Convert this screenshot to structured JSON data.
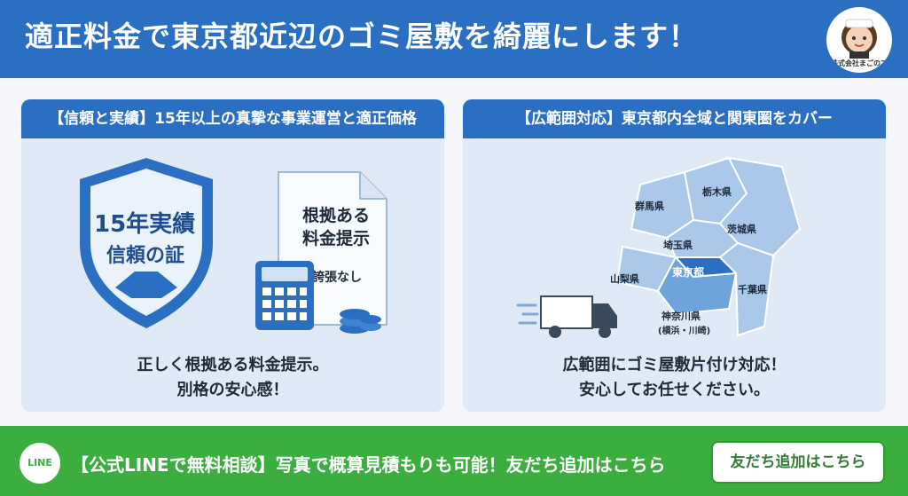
{
  "header": {
    "title": "適正料金で東京都近辺のゴミ屋敷を綺麗にします！",
    "avatar_caption": "株式会社まごのて"
  },
  "left_panel": {
    "heading": "【信頼と実績】15年以上の真摯な事業運営と適正価格",
    "shield_line1": "15年実績",
    "shield_line2": "信頼の証",
    "doc_line1": "根拠ある",
    "doc_line2": "料金提示",
    "doc_note": "誇張なし",
    "caption_line1": "正しく根拠ある料金提示。",
    "caption_line2": "別格の安心感！"
  },
  "right_panel": {
    "heading": "【広範囲対応】東京都内全域と関東圏をカバー",
    "prefectures": {
      "tochigi": "栃木県",
      "gunma": "群馬県",
      "ibaraki": "茨城県",
      "saitama": "埼玉県",
      "tokyo": "東京都",
      "yamanashi": "山梨県",
      "chiba": "千葉県",
      "kanagawa": "神奈川県",
      "kanagawa_sub": "(横浜・川崎)"
    },
    "caption_line1": "広範囲にゴミ屋敷片付け対応！",
    "caption_line2": "安心してお任せください。"
  },
  "footer": {
    "line_label": "LINE",
    "text": "【公式LINEで無料相談】写真で概算見積もりも可能！友だち追加はこちら",
    "button_label": "友だち追加はこちら"
  },
  "colors": {
    "header_blue": "#2a6fc1",
    "panel_bg": "#dfeaf6",
    "footer_green": "#3cae3f",
    "map_light": "#a9c8ea",
    "map_tokyo": "#2a6fc1"
  }
}
